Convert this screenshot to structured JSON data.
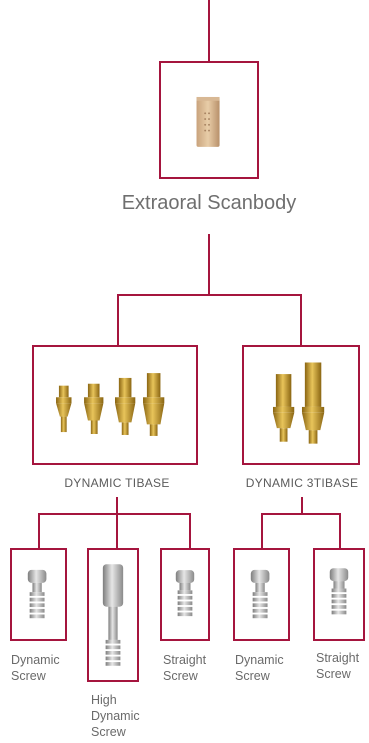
{
  "top": {
    "label": "Extraoral Scanbody",
    "icon": "scanbody-icon"
  },
  "groups": [
    {
      "label": "DYNAMIC TIBASE",
      "icon": "tibase-set-icon",
      "children": [
        {
          "label_line1": "Dynamic",
          "label_line2": "Screw",
          "label_line3": "",
          "icon": "dynamic-screw-icon"
        },
        {
          "label_line1": "High",
          "label_line2": "Dynamic",
          "label_line3": "Screw",
          "icon": "high-dynamic-screw-icon"
        },
        {
          "label_line1": "Straight",
          "label_line2": "Screw",
          "label_line3": "",
          "icon": "straight-screw-icon"
        }
      ]
    },
    {
      "label": "DYNAMIC 3TIBASE",
      "icon": "3tibase-set-icon",
      "children": [
        {
          "label_line1": "Dynamic",
          "label_line2": "Screw",
          "label_line3": "",
          "icon": "dynamic-screw-icon"
        },
        {
          "label_line1": "Straight",
          "label_line2": "Screw",
          "label_line3": "",
          "icon": "straight-screw-icon"
        }
      ]
    }
  ],
  "colors": {
    "accent": "#a5153e",
    "gold": "#c9962e",
    "metal": "#b8b8b8"
  }
}
